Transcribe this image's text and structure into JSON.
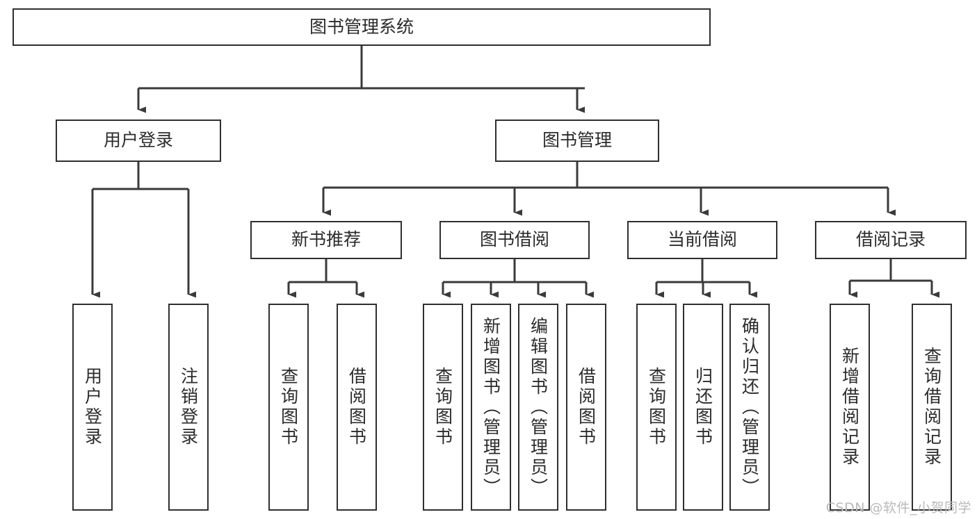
{
  "diagram": {
    "kind": "tree-structure-chart",
    "title": "图书管理系统",
    "watermark": "CSDN @软件_小贺同学",
    "colors": {
      "box_border": "#2f2f2f",
      "box_fill": "#ffffff",
      "connector": "#3a3a3a",
      "text": "#2b2b2b",
      "watermark": "#b9b9b9",
      "background": "#ffffff"
    },
    "nodes": {
      "root": {
        "label": "图书管理系统"
      },
      "user_login": {
        "label": "用户登录"
      },
      "book_manage": {
        "label": "图书管理"
      },
      "new_book_rec": {
        "label": "新书推荐"
      },
      "book_borrow": {
        "label": "图书借阅"
      },
      "current_borrow": {
        "label": "当前借阅"
      },
      "borrow_record": {
        "label": "借阅记录"
      },
      "leaf_user_login": {
        "label": "用户登录"
      },
      "leaf_logout": {
        "label": "注销登录"
      },
      "leaf_query_book_1": {
        "label": "查询图书"
      },
      "leaf_borrow_book_1": {
        "label": "借阅图书"
      },
      "leaf_query_book_2": {
        "label": "查询图书"
      },
      "leaf_add_book": {
        "label": "新增图书（管理员）"
      },
      "leaf_edit_book": {
        "label": "编辑图书（管理员）"
      },
      "leaf_borrow_book_2": {
        "label": "借阅图书"
      },
      "leaf_query_book_3": {
        "label": "查询图书"
      },
      "leaf_return_book": {
        "label": "归还图书"
      },
      "leaf_confirm_return": {
        "label": "确认归还（管理员）"
      },
      "leaf_add_record": {
        "label": "新增借阅记录"
      },
      "leaf_query_record": {
        "label": "查询借阅记录"
      }
    }
  }
}
